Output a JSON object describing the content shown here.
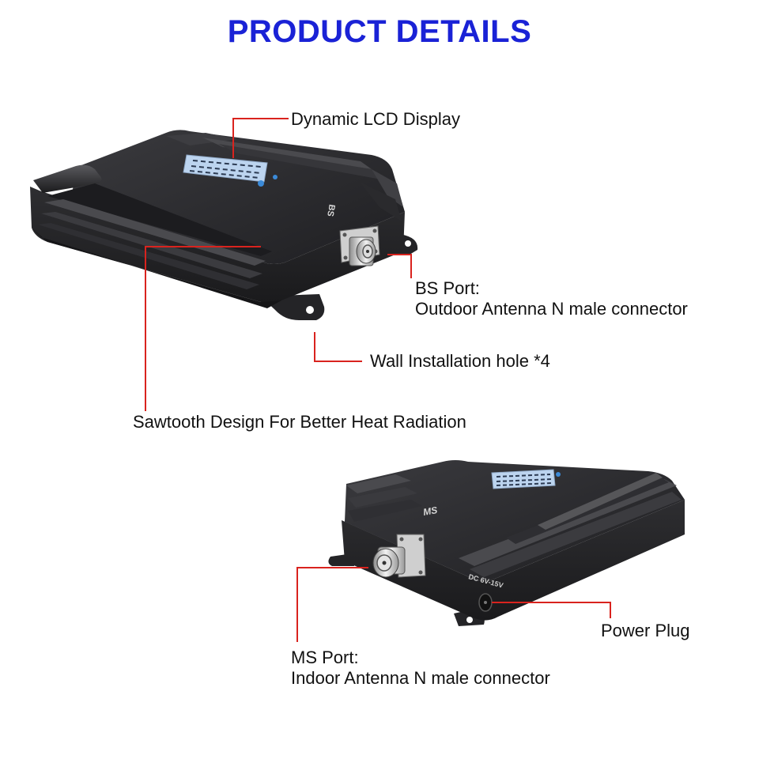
{
  "title": "PRODUCT DETAILS",
  "colors": {
    "title": "#1a22d6",
    "leader_line": "#d9231e",
    "device_body": "#2b2b2e",
    "lcd": "#bcd4ef"
  },
  "callouts": {
    "lcd_display": "Dynamic LCD Display",
    "bs_port_line1": "BS Port:",
    "bs_port_line2": "Outdoor Antenna N male connector",
    "wall_holes": "Wall Installation hole *4",
    "sawtooth": "Sawtooth Design For Better Heat Radiation",
    "ms_port_line1": "MS Port:",
    "ms_port_line2": "Indoor Antenna N male connector",
    "power_plug": "Power Plug"
  },
  "device_markings": {
    "top_unit_port_label": "BS",
    "bottom_unit_port_label": "MS",
    "power_rating": "DC 6V-15V"
  },
  "icons": [
    "n-type-connector-icon",
    "lcd-screen-icon",
    "power-jack-icon"
  ]
}
